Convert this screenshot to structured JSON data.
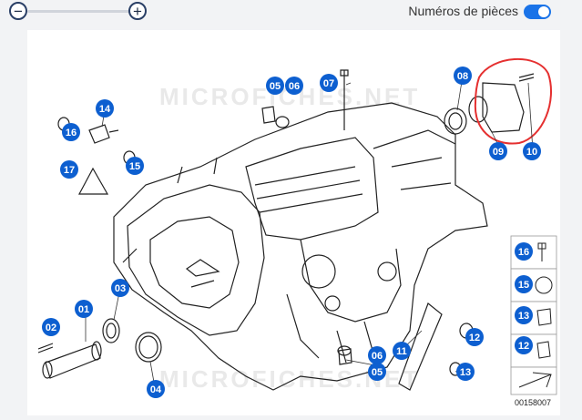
{
  "toolbar": {
    "zoom_out_label": "−",
    "zoom_in_label": "+",
    "toggle_label": "Numéros de pièces",
    "toggle_on": true
  },
  "diagram": {
    "watermark_top": "MICROFICHES.NET",
    "watermark_bottom": "MICROFICHES.NET",
    "drawing_number": "00158007",
    "accent_color": "#0d5fd0",
    "highlight_color": "#e53030",
    "badges": [
      "01",
      "02",
      "03",
      "04",
      "05",
      "06",
      "05",
      "06",
      "07",
      "08",
      "09",
      "10",
      "11",
      "12",
      "13",
      "14",
      "15",
      "16",
      "17",
      "16",
      "15",
      "13",
      "12"
    ]
  }
}
